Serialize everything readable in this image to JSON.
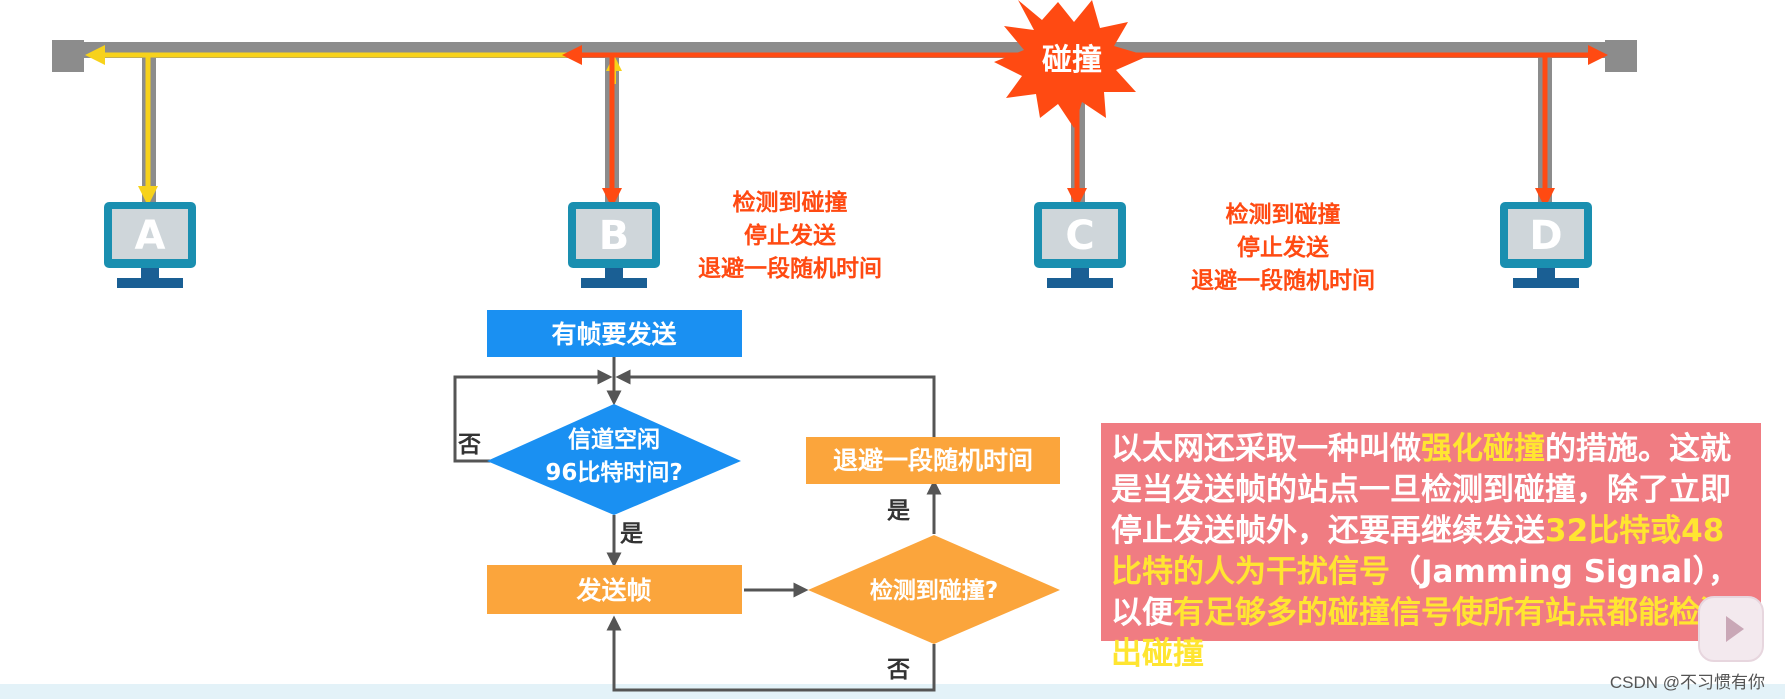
{
  "collision_label": "碰撞",
  "stations": {
    "a": "A",
    "b": "B",
    "c": "C",
    "d": "D"
  },
  "notes": {
    "b": [
      "检测到碰撞",
      "停止发送",
      "退避一段随机时间"
    ],
    "c": [
      "检测到碰撞",
      "停止发送",
      "退避一段随机时间"
    ]
  },
  "flowchart": {
    "start": "有帧要发送",
    "channel_idle_line1": "信道空闲",
    "channel_idle_line2": "96比特时间?",
    "send_frame": "发送帧",
    "detect_collision": "检测到碰撞?",
    "backoff": "退避一段随机时间",
    "yes_label_1": "是",
    "no_label_1": "否",
    "yes_label_2": "是",
    "no_label_2": "否"
  },
  "explanation": {
    "t1": "以太网还采取一种叫做",
    "h1": "强化碰撞",
    "t2": "的措施。这就是当发送帧的站点一旦检测到碰撞，除了立即停止发送帧外，还要再继续发送",
    "h2": "32比特或48比特的人为干扰信号",
    "t3": "（Jamming Signal），以便",
    "h3": "有足够多的碰撞信号使所有站点都能检测出碰撞",
    "t4": "。"
  },
  "watermark": "CSDN @不习惯有你",
  "colors": {
    "bus": "#8c8c8c",
    "yellow_signal": "#f7d21b",
    "red_signal": "#ff4a12",
    "explosion": "#ff4a12",
    "monitor": "#1a8fb0",
    "monitor_base": "#1a5f94",
    "flow_blue": "#1a90f2",
    "flow_orange": "#fba53c",
    "note_red": "#ff4a12",
    "note_bg": "#f07c82",
    "highlight": "#ffe531"
  }
}
